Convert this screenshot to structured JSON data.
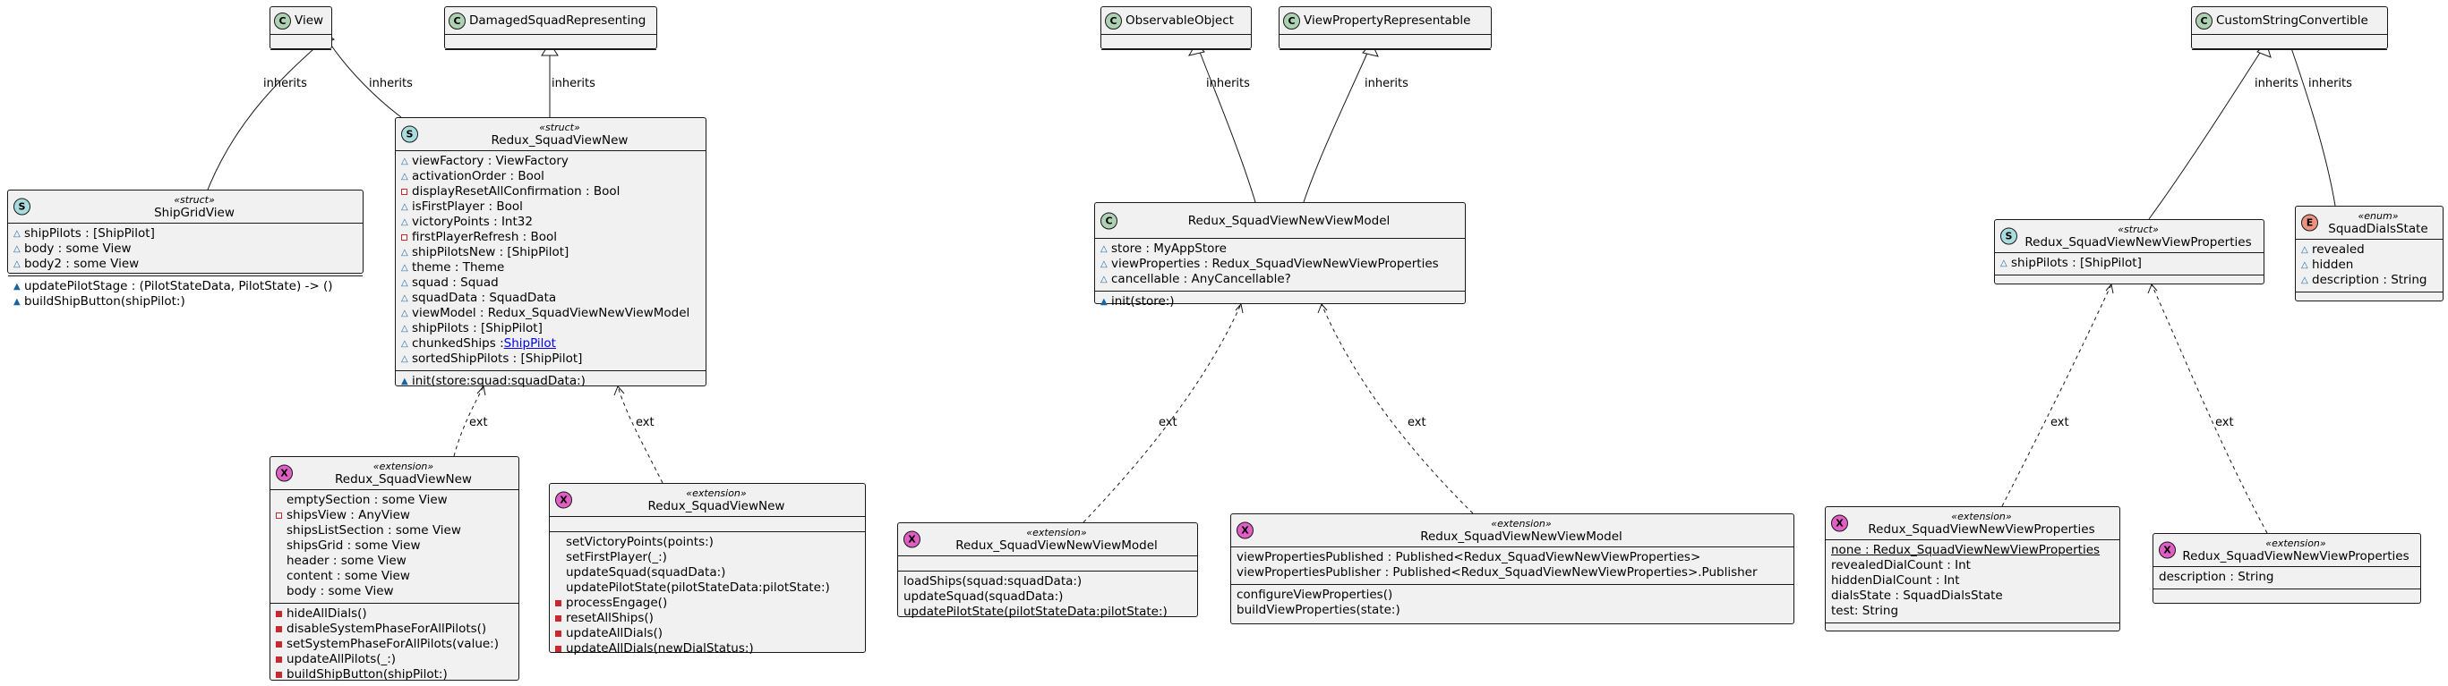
{
  "colors": {
    "class_fill": "#f1f1f1",
    "border": "#181818",
    "class_badge": "#add1b2",
    "struct_badge": "#a9dcdf",
    "enum_badge": "#eb937f",
    "extension_badge": "#e05fc4",
    "package_visibility": "#1963a0",
    "private_visibility": "#c82930",
    "link": "#0000ee"
  },
  "classes": {
    "view": {
      "name": "View",
      "badge": "C"
    },
    "damaged": {
      "name": "DamagedSquadRepresenting",
      "badge": "C"
    },
    "observable": {
      "name": "ObservableObject",
      "badge": "C"
    },
    "viewprop": {
      "name": "ViewPropertyRepresentable",
      "badge": "C"
    },
    "csc": {
      "name": "CustomStringConvertible",
      "badge": "C"
    },
    "shipgrid": {
      "stereotype": "«struct»",
      "name": "ShipGridView",
      "badge": "S",
      "fields": [
        "shipPilots : [ShipPilot]",
        "body : some View",
        "body2 : some View"
      ],
      "methods": [
        "updatePilotStage : (PilotStateData, PilotState) -> ()",
        "buildShipButton(shipPilot:)"
      ]
    },
    "squadview": {
      "stereotype": "«struct»",
      "name": "Redux_SquadViewNew",
      "badge": "S",
      "fields": [
        "viewFactory : ViewFactory",
        "activationOrder : Bool",
        "displayResetAllConfirmation : Bool",
        "isFirstPlayer : Bool",
        "victoryPoints : Int32",
        "firstPlayerRefresh : Bool",
        "shipPilotsNew : [ShipPilot]",
        "theme : Theme",
        "squad : Squad",
        "squadData : SquadData",
        "viewModel : Redux_SquadViewNewViewModel",
        "shipPilots : [ShipPilot]",
        "chunkedShips : ",
        "sortedShipPilots : [ShipPilot]"
      ],
      "chunked_link": "ShipPilot",
      "methods": [
        "init(store:squad:squadData:)"
      ]
    },
    "ext1": {
      "stereotype": "«extension»",
      "name": "Redux_SquadViewNew",
      "badge": "X",
      "fields": [
        "emptySection : some View",
        "shipsView : AnyView",
        "shipsListSection : some View",
        "shipsGrid : some View",
        "header : some View",
        "content : some View",
        "body : some View"
      ],
      "methods": [
        "hideAllDials()",
        "disableSystemPhaseForAllPilots()",
        "setSystemPhaseForAllPilots(value:)",
        "updateAllPilots(_:)",
        "buildShipButton(shipPilot:)"
      ]
    },
    "ext2": {
      "stereotype": "«extension»",
      "name": "Redux_SquadViewNew",
      "badge": "X",
      "methods": [
        "setVictoryPoints(points:)",
        "setFirstPlayer(_:)",
        "updateSquad(squadData:)",
        "updatePilotState(pilotStateData:pilotState:)",
        "processEngage()",
        "resetAllShips()",
        "updateAllDials()",
        "updateAllDials(newDialStatus:)"
      ]
    },
    "vm": {
      "name": "Redux_SquadViewNewViewModel",
      "badge": "C",
      "fields": [
        "store : MyAppStore",
        "viewProperties : Redux_SquadViewNewViewProperties",
        "cancellable : AnyCancellable?"
      ],
      "methods": [
        "init(store:)"
      ]
    },
    "vmext1": {
      "stereotype": "«extension»",
      "name": "Redux_SquadViewNewViewModel",
      "badge": "X",
      "methods": [
        "loadShips(squad:squadData:)",
        "updateSquad(squadData:)",
        "updatePilotState(pilotStateData:pilotState:)"
      ]
    },
    "vmext2": {
      "stereotype": "«extension»",
      "name": "Redux_SquadViewNewViewModel",
      "badge": "X",
      "fields": [
        "viewPropertiesPublished : Published<Redux_SquadViewNewViewProperties>",
        "viewPropertiesPublisher : Published<Redux_SquadViewNewViewProperties>.Publisher"
      ],
      "methods": [
        "configureViewProperties()",
        "buildViewProperties(state:)"
      ]
    },
    "props": {
      "stereotype": "«struct»",
      "name": "Redux_SquadViewNewViewProperties",
      "badge": "S",
      "fields": [
        "shipPilots : [ShipPilot]"
      ]
    },
    "dials": {
      "stereotype": "«enum»",
      "name": "SquadDialsState",
      "badge": "E",
      "fields": [
        "revealed",
        "hidden",
        "description : String"
      ]
    },
    "propsext1": {
      "stereotype": "«extension»",
      "name": "Redux_SquadViewNewViewProperties",
      "badge": "X",
      "fields": [
        "none : Redux_SquadViewNewViewProperties",
        "revealedDialCount : Int",
        "hiddenDialCount : Int",
        "dialsState : SquadDialsState",
        "test: String"
      ]
    },
    "propsext2": {
      "stereotype": "«extension»",
      "name": "Redux_SquadViewNewViewProperties",
      "badge": "X",
      "fields": [
        "description : String"
      ]
    }
  },
  "edge_labels": {
    "inherits": "inherits",
    "ext": "ext"
  }
}
